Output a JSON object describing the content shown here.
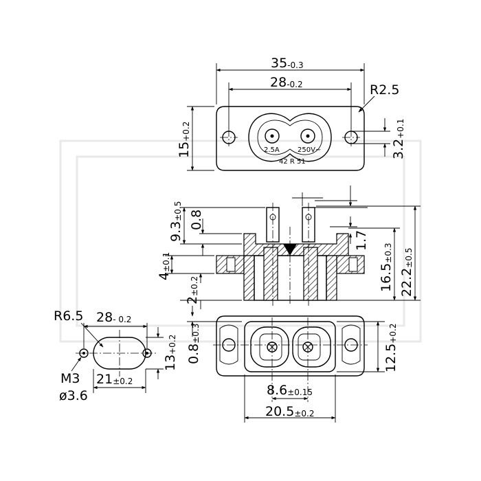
{
  "top_view": {
    "width_main": "35",
    "width_main_tol": "-0.3",
    "width_inner": "28",
    "width_inner_tol": "-0.2",
    "radius": "R2.5",
    "height": "15",
    "height_tol": "+0.2",
    "hole_dia": "3.2",
    "hole_dia_tol": "+0.1",
    "rating_current": "2.5A",
    "rating_voltage": "250V~",
    "marking": "42 R 51"
  },
  "side_view": {
    "pin_height": "9.3",
    "pin_height_tol": "±0.5",
    "pin_offset": "0.8",
    "step": "1.7",
    "body_height": "16.5",
    "body_height_tol": "±0.3",
    "total_height": "22.2",
    "total_height_tol": "±0.5",
    "flange": "4",
    "flange_tol": "±0.1",
    "base": "2",
    "base_tol": "±0.2"
  },
  "bottom_view": {
    "offset": "0.8",
    "offset_tol": "±0.3",
    "height": "12.5",
    "height_tol": "+0.2",
    "pin_pitch": "8.6",
    "pin_pitch_tol": "±0.15",
    "width": "20.5",
    "width_tol": "±0.2"
  },
  "cutout": {
    "radius": "R6.5",
    "length": "28",
    "length_tol": "- 0.2",
    "height": "13",
    "height_tol": "+0.2",
    "screw": "M3",
    "hole": "ø3.6",
    "inner_width": "21",
    "inner_width_tol": "±0.2"
  }
}
